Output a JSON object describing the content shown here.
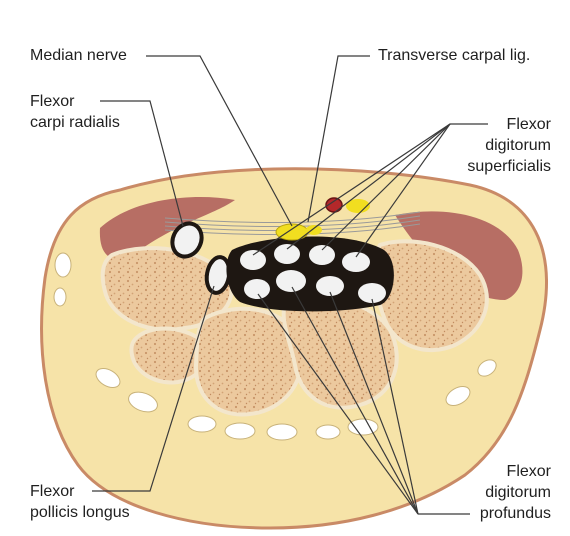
{
  "labels": {
    "median_nerve": "Median nerve",
    "transverse_carpal_lig": "Transverse carpal lig.",
    "flexor_carpi_radialis": [
      "Flexor",
      "carpi radialis"
    ],
    "flexor_digitorum_superficialis": [
      "Flexor",
      "digitorum",
      "superficialis"
    ],
    "flexor_pollicis_longus": [
      "Flexor",
      "pollicis longus"
    ],
    "flexor_digitorum_profundus": [
      "Flexor",
      "digitorum",
      "profundus"
    ]
  },
  "colors": {
    "background": "#ffffff",
    "skin_fat": "#f6e3a8",
    "skin_outline": "#c98a66",
    "muscle": "#b76e64",
    "bone": "#e9c59a",
    "tendon": "#f2f2f2",
    "sheath": "#1e1712",
    "nerve": "#f1de20",
    "artery": "#b3282a",
    "leader_line": "#3a3a3a"
  }
}
